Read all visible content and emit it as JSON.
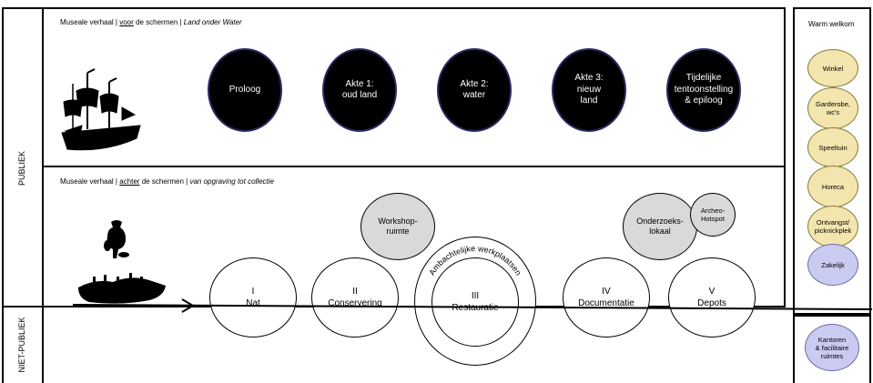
{
  "zones": {
    "public_label": "PUBLIEK",
    "nonpublic_label": "NIET-PUBLIEK"
  },
  "top_section": {
    "heading_prefix": "Museale verhaal | ",
    "heading_underlined": "voor",
    "heading_middle": " de schermen | ",
    "heading_italic": "Land onder Water",
    "ship_icon": "ship-icon",
    "acts": [
      {
        "label": "Proloog"
      },
      {
        "label": "Akte 1:\noud land"
      },
      {
        "label": "Akte 2:\nwater"
      },
      {
        "label": "Akte 3:\nnieuw\nland"
      },
      {
        "label": "Tijdelijke\ntentoonstelling\n& epiloog"
      }
    ]
  },
  "bottom_section": {
    "heading_prefix": "Museale verhaal | ",
    "heading_underlined": "achter",
    "heading_middle": " de schermen | ",
    "heading_italic": "van opgraving tot collectie",
    "artifact_icons": [
      "excavated-object-icon",
      "shipwreck-icon"
    ],
    "stages": [
      {
        "num": "I",
        "label": "Nat"
      },
      {
        "num": "II",
        "label": "Conservering"
      },
      {
        "num": "III",
        "label": "Restauratie"
      },
      {
        "num": "IV",
        "label": "Documentatie"
      },
      {
        "num": "V",
        "label": "Depots"
      }
    ],
    "workshops_arc_label": "Ambachtelijke werkplaatsen",
    "extra_rooms": [
      {
        "label": "Workshop-\nruimte"
      },
      {
        "label": "Onderzoeks-\nlokaal"
      },
      {
        "label": "Archeo-\nHotspot"
      }
    ]
  },
  "side_panel": {
    "title": "Warm welkom",
    "public_facilities": [
      {
        "label": "Winkel"
      },
      {
        "label": "Garderobe,\nwc's"
      },
      {
        "label": "Speeltuin"
      },
      {
        "label": "Horeca"
      },
      {
        "label": "Ontvangst/\npicknickplek"
      },
      {
        "label": "Zakelijk"
      }
    ],
    "nonpublic_facilities": [
      {
        "label": "Kantoren\n& facilitaire\nruimtes"
      }
    ]
  },
  "colors": {
    "act_fill": "#000000",
    "act_border": "#2c2a66",
    "facility_fill": "#f2e6ae",
    "business_fill": "#c9cbf0",
    "room_fill": "#d9d9d9"
  }
}
